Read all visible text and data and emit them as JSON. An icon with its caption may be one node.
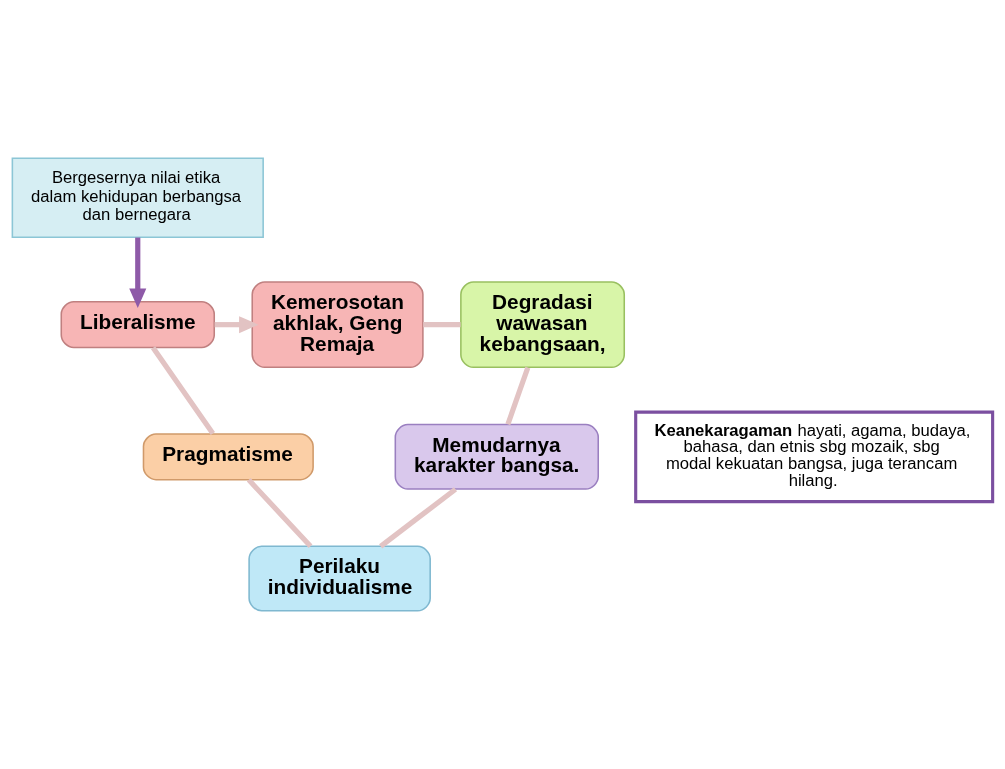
{
  "diagram": {
    "nodes": [
      {
        "text": [
          "Bergesernya nilai etika dalam kehidupan berbangsa dan bernegara"
        ]
      },
      {
        "text": [
          "Kemerosotan akhlak, Geng Remaja"
        ]
      },
      {
        "text": [
          "Degradasi wawasan kebangsaan,"
        ]
      },
      {
        "text": [
          "Memudarnya karakter bangsa."
        ]
      },
      {
        "text": [
          "Perilaku individualisme"
        ]
      },
      {
        "text": [
          "Pragmatisme"
        ]
      },
      {
        "text": [
          "Liberalisme"
        ]
      },
      {
        "text": [
          "**Keanekaragaman** hayati, agama, budaya, bahasa, dan etnis sbg mozaik, sbg modal kekuatan bangsa, juga terancam hilang."
        ]
      }
    ],
    "edges": [
      {
        "from": 0,
        "to": 6,
        "arrow": "to",
        "color": "#8e5aa8"
      },
      {
        "from": 6,
        "to": 1,
        "arrow": "to"
      },
      {
        "from": 1,
        "to": 2,
        "arrow": "none"
      },
      {
        "from": 2,
        "to": 3,
        "arrow": "none"
      },
      {
        "from": 3,
        "to": 4,
        "arrow": "none"
      },
      {
        "from": 4,
        "to": 5,
        "arrow": "none"
      },
      {
        "from": 5,
        "to": 6,
        "arrow": "none"
      }
    ]
  }
}
